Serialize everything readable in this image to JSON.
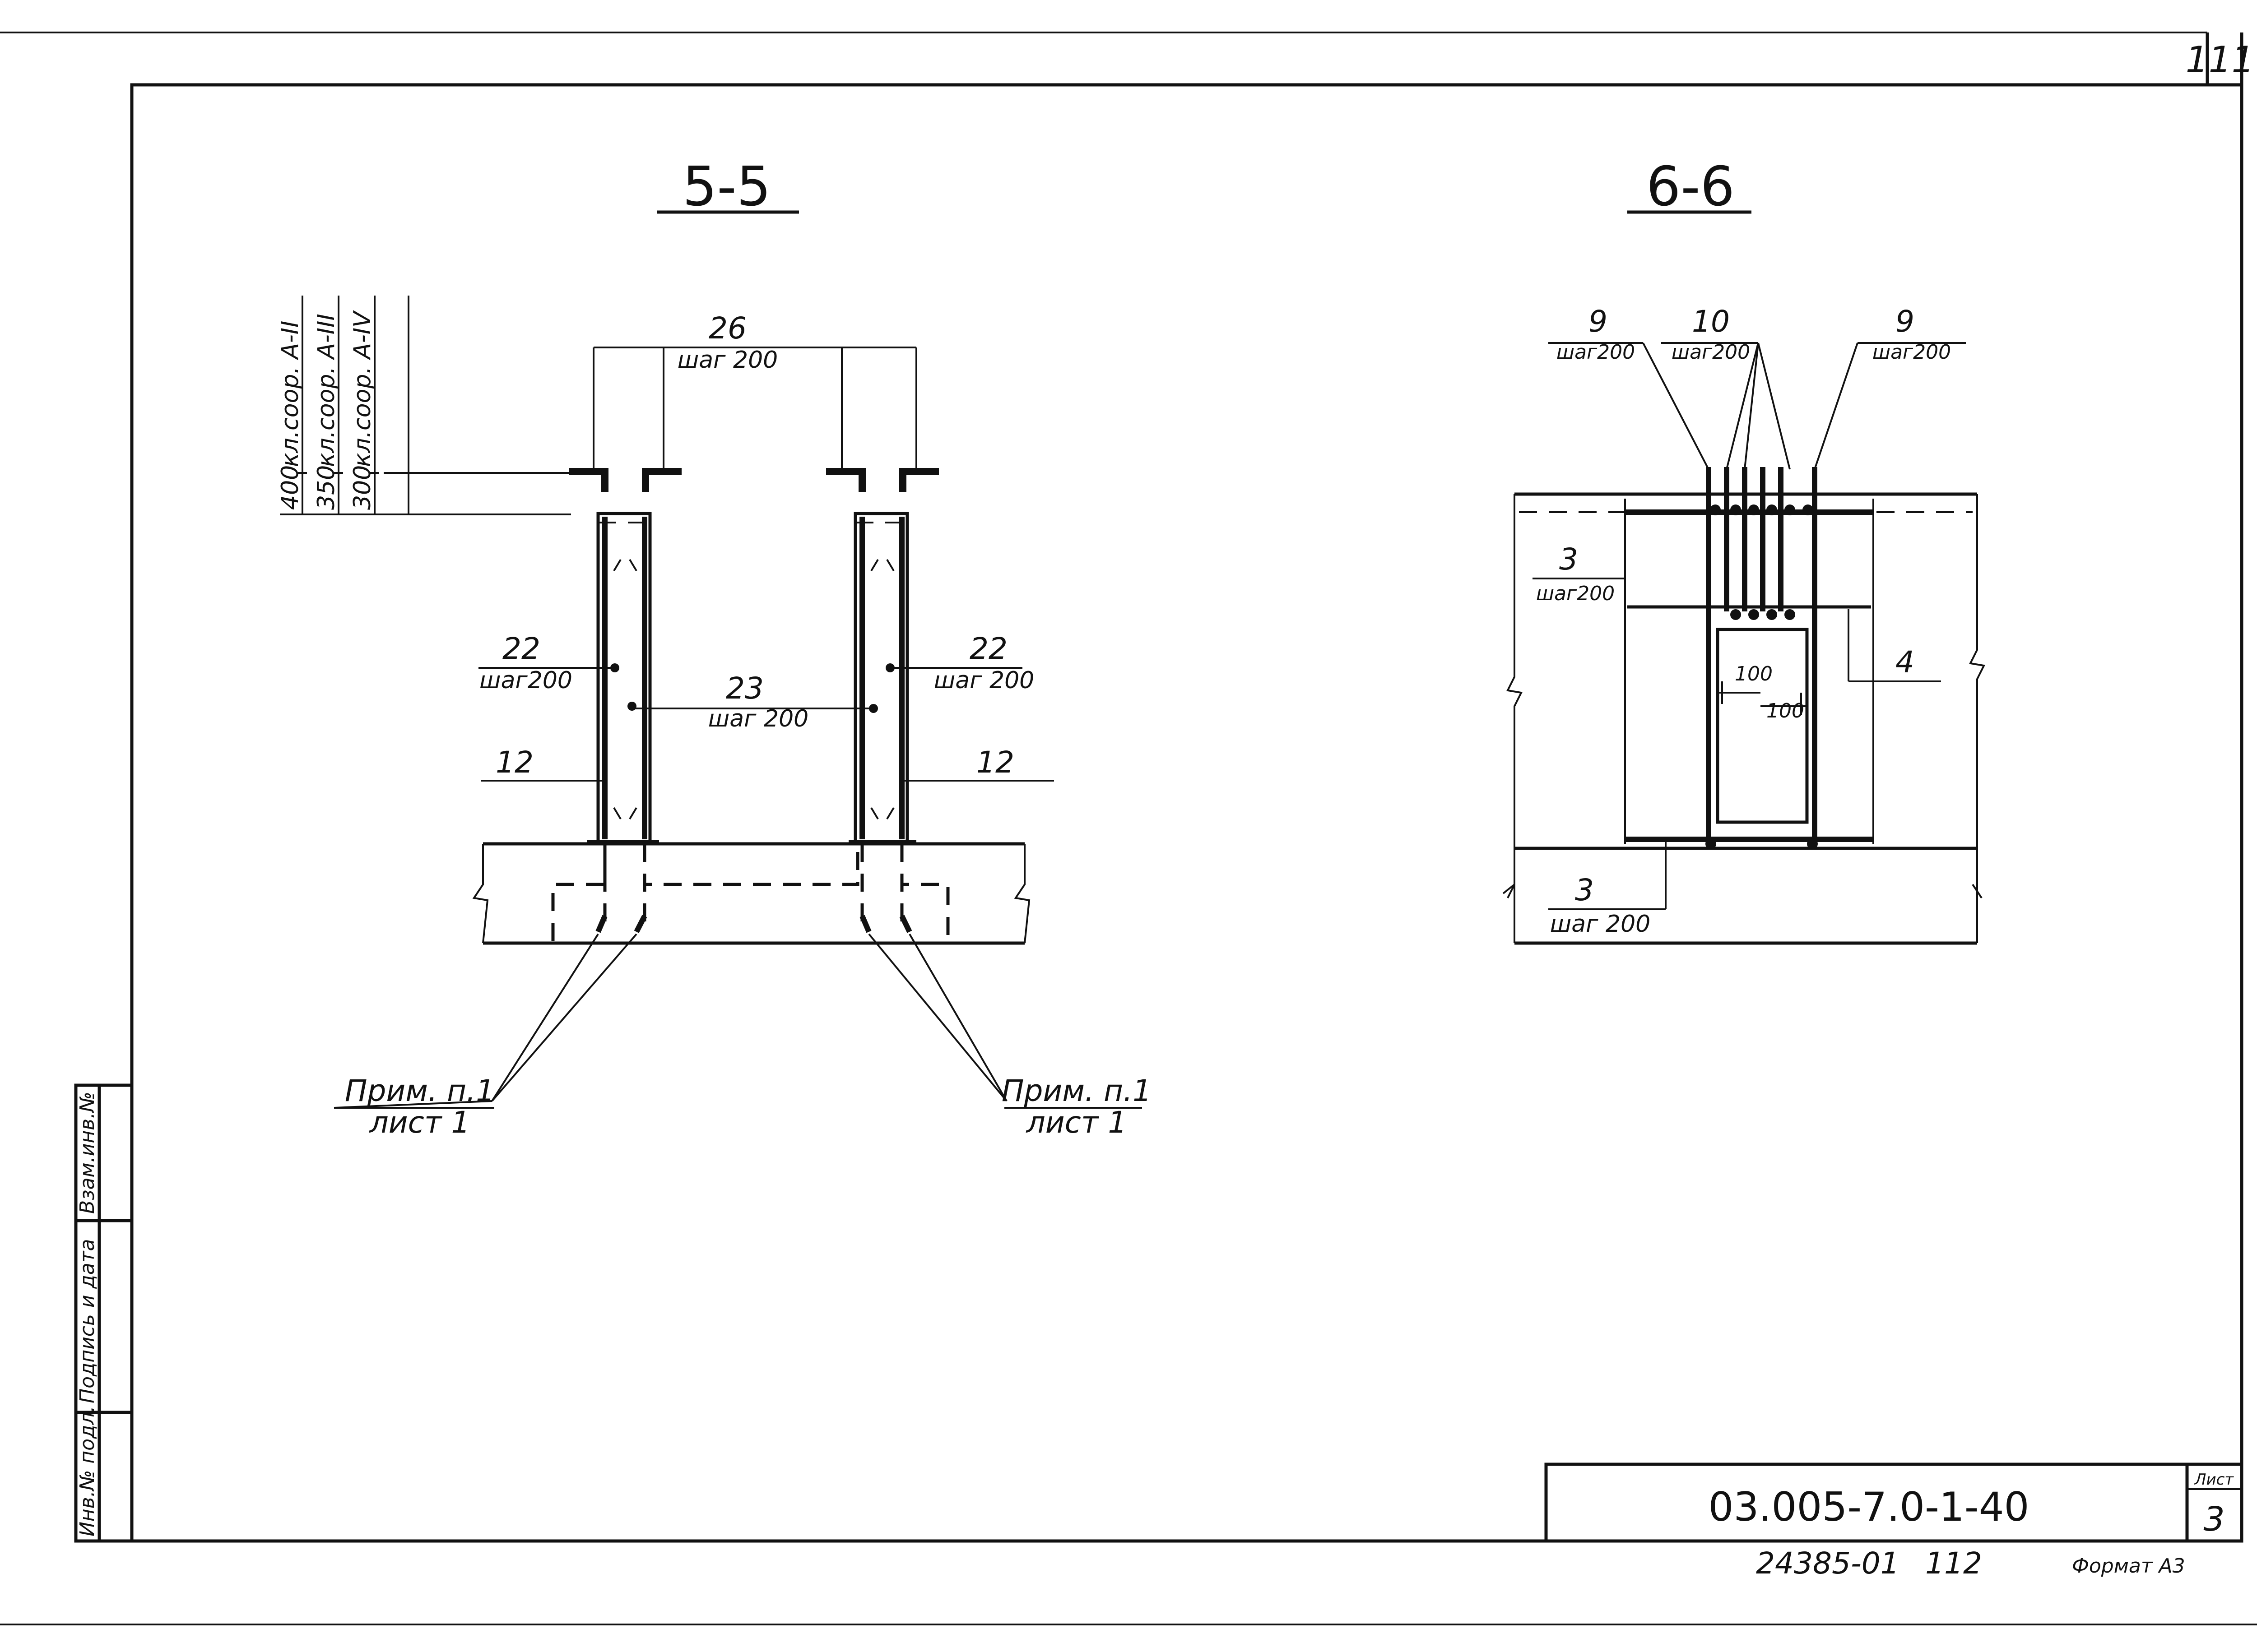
{
  "page": {
    "corner_number": "111",
    "stamp_code": "03.005-7.0-1-40",
    "sheet_label": "Лист",
    "sheet_number": "3",
    "inventory_number": "24385-01",
    "page_number": "112",
    "format_label": "Формат А3"
  },
  "side_stamp": {
    "field_top": "Взам.инв.№",
    "field_mid": "Подпись и дата",
    "field_bottom": "Инв.№ подл."
  },
  "section_5_5": {
    "title": "5-5",
    "dim_labels": {
      "d400": "400",
      "d350": "350",
      "d300": "300",
      "cls_2": "кл.соор. А-II",
      "cls_3": "кл.соор. А-III",
      "cls_4": "кл.соор. А-IV"
    },
    "callouts": {
      "c26_num": "26",
      "c26_step": "шаг 200",
      "c22l_num": "22",
      "c22l_step": "шаг200",
      "c22r_num": "22",
      "c22r_step": "шаг 200",
      "c23_num": "23",
      "c23_step": "шаг 200",
      "c12l_num": "12",
      "c12r_num": "12",
      "note_l_top": "Прим. п.1",
      "note_l_bottom": "лист 1",
      "note_r_top": "Прим. п.1",
      "note_r_bottom": "лист 1"
    }
  },
  "section_6_6": {
    "title": "6-6",
    "callouts": {
      "c9l_num": "9",
      "c9l_step": "шаг200",
      "c10_num": "10",
      "c10_step": "шаг200",
      "c9r_num": "9",
      "c9r_step": "шаг200",
      "c3t_num": "3",
      "c3t_step": "шаг200",
      "c4_num": "4",
      "c3b_num": "3",
      "c3b_step": "шаг 200",
      "dim100a": "100",
      "dim100b": "100"
    }
  }
}
